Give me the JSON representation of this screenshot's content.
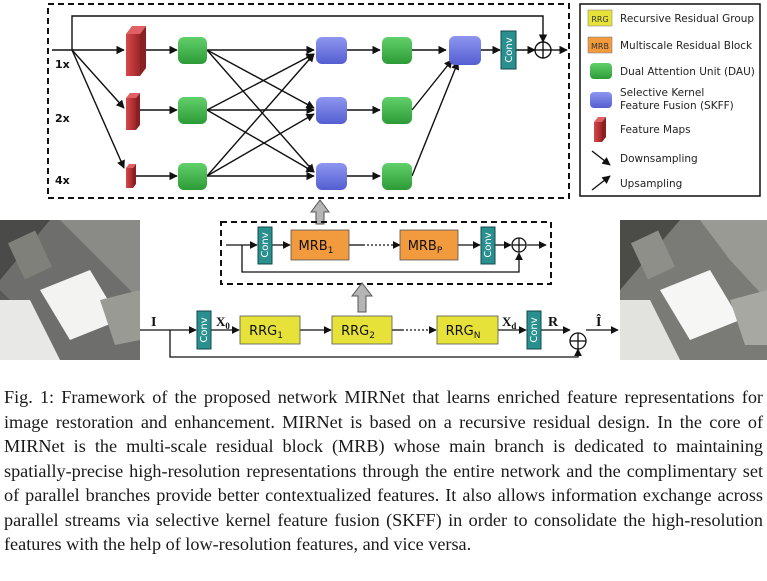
{
  "scales": [
    "1x",
    "2x",
    "4x"
  ],
  "legend": [
    {
      "badge": "RRG",
      "text": "Recursive Residual Group",
      "color": "#e6e23a"
    },
    {
      "badge": "MRB",
      "text": "Multiscale Residual Block",
      "color": "#f19a3e"
    },
    {
      "badge": "",
      "text": "Dual Attention Unit (DAU)",
      "color": "#3fb84a"
    },
    {
      "badge": "",
      "text": "Selective Kernel",
      "color": "#6a74e0"
    },
    {
      "badge": "",
      "text": "Feature Fusion (SKFF)",
      "color": ""
    },
    {
      "badge": "",
      "text": "Feature Maps",
      "color": "#c0393b"
    },
    {
      "badge": "",
      "text": "Downsampling",
      "color": ""
    },
    {
      "badge": "",
      "text": "Upsampling",
      "color": ""
    }
  ],
  "blocks": {
    "conv": "Conv",
    "mrb1": "MRB",
    "mrb1_sub": "1",
    "mrbp": "MRB",
    "mrbp_sub": "P",
    "rrg1": "RRG",
    "rrg1_sub": "1",
    "rrg2": "RRG",
    "rrg2_sub": "2",
    "rrgn": "RRG",
    "rrgn_sub": "N"
  },
  "signals": {
    "input": "I",
    "x0": "X",
    "x0_sub": "0",
    "xd": "X",
    "xd_sub": "d",
    "r": "R",
    "output": "Î"
  },
  "colors": {
    "dau": "#3fb84a",
    "skff": "#6a74e0",
    "rrg": "#e6e23a",
    "mrb": "#f19a3e",
    "conv": "#2a8f8f",
    "feature": "#c0393b"
  },
  "caption": "Fig. 1: Framework of the proposed network MIRNet that learns enriched feature representations for image restoration and enhancement. MIRNet is based on a recursive residual design. In the core of MIRNet is the multi-scale residual block (MRB) whose main branch is dedicated to maintaining spatially-precise high-resolution representations through the entire network and the complimentary set of parallel branches provide better contextualized features. It also allows information exchange across parallel streams via selective kernel feature fusion (SKFF) in order to consolidate the high-resolution features with the help of low-resolution features, and vice versa."
}
